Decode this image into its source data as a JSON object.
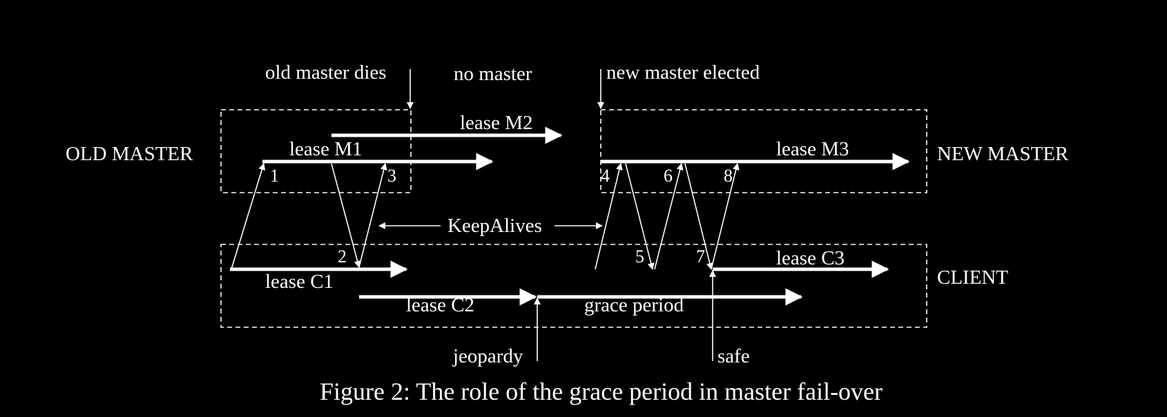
{
  "caption": "Figure 2: The role of the grace period in master fail-over",
  "roles": {
    "old_master": "OLD MASTER",
    "new_master": "NEW MASTER",
    "client": "CLIENT"
  },
  "events": {
    "old_master_dies": "old master dies",
    "no_master": "no master",
    "new_master_elected": "new master elected",
    "jeopardy": "jeopardy",
    "safe": "safe"
  },
  "leases": {
    "m1": "lease M1",
    "m2": "lease M2",
    "m3": "lease M3",
    "c1": "lease C1",
    "c2": "lease C2",
    "c3": "lease C3",
    "grace": "grace period"
  },
  "keepalives": "KeepAlives",
  "messages": [
    "1",
    "2",
    "3",
    "4",
    "5",
    "6",
    "7",
    "8"
  ]
}
